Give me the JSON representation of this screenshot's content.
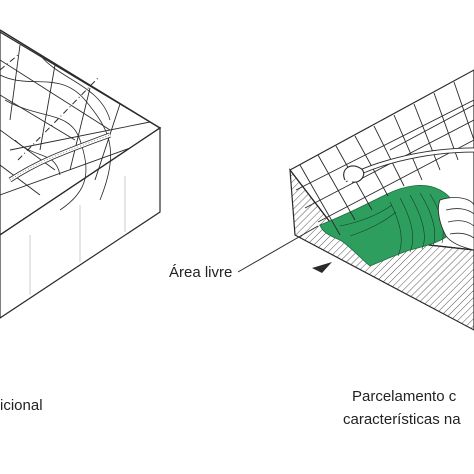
{
  "labels": {
    "left_caption": "icional",
    "area_label": "Área livre",
    "right_caption_line1": "Parcelamento c",
    "right_caption_line2": "características na"
  },
  "colors": {
    "ink": "#2a2a2a",
    "green": "#2e9e5e",
    "hatch": "#555555",
    "background": "#ffffff"
  }
}
